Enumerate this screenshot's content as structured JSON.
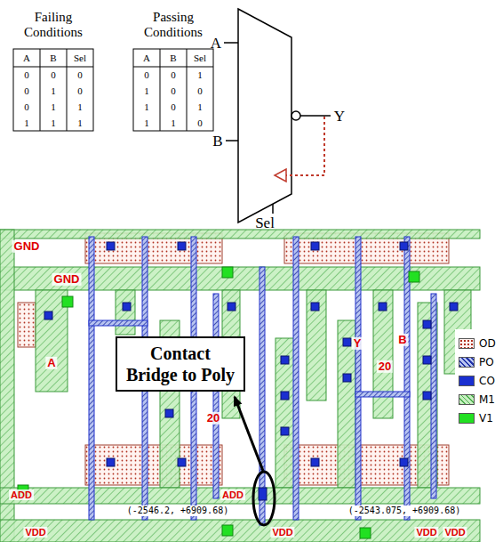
{
  "diagram": {
    "nodes": [
      {
        "text": [
          "Contact Bridge to Poly"
        ]
      }
    ],
    "labels": [
      "Failing Conditions",
      "A",
      "B",
      "Sel",
      "0",
      "0",
      "0",
      "0",
      "1",
      "0",
      "0",
      "1",
      "1",
      "1",
      "1",
      "1",
      "Passing Conditions",
      "A",
      "B",
      "Sel",
      "0",
      "0",
      "1",
      "1",
      "0",
      "0",
      "1",
      "0",
      "1",
      "1",
      "1",
      "0",
      "A",
      "B",
      "Y",
      "Sel",
      "GND",
      "GND",
      "A",
      "Y",
      "B",
      "20",
      "20",
      "ADD",
      "ADD",
      "(-2546.2, +6909.68)",
      "(-2543.075, +6909.68)",
      "VDD",
      "VDD",
      "VDD",
      "VDD"
    ],
    "legend": [
      {
        "text": "OD"
      },
      {
        "text": "PO"
      },
      {
        "text": "CO",
        "color": "#1a2fd0"
      },
      {
        "text": "M1"
      },
      {
        "text": "V1",
        "color": "#22e022"
      }
    ]
  }
}
